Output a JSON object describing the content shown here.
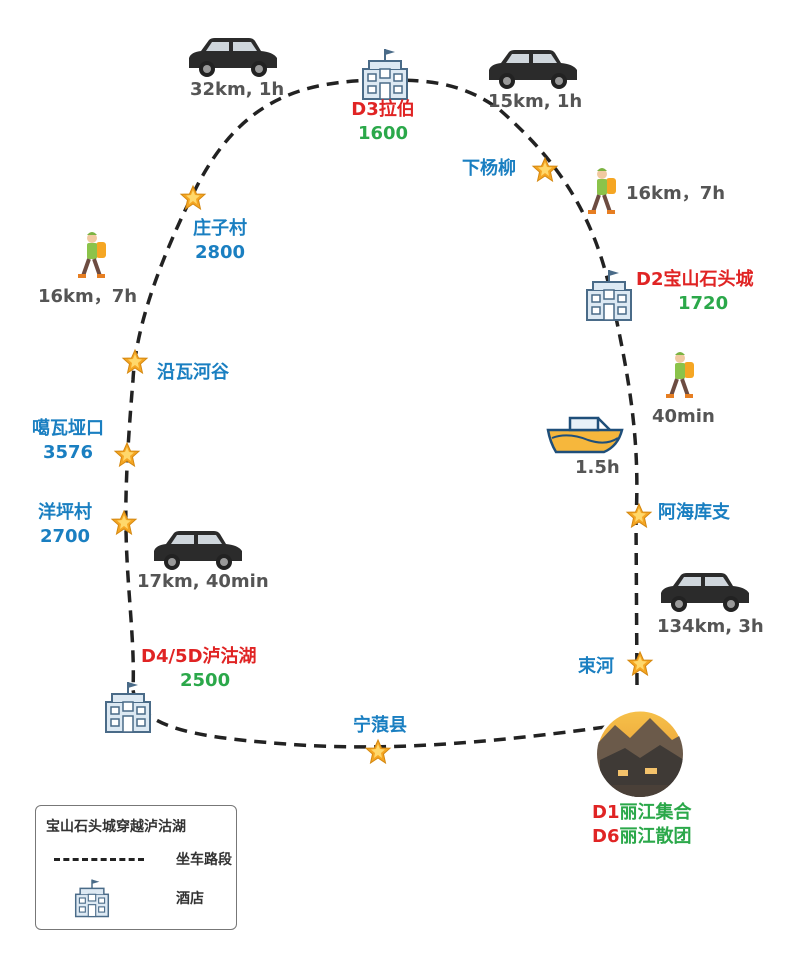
{
  "stops": {
    "d3": {
      "name": "D3拉伯",
      "alt": "1600"
    },
    "d2": {
      "name": "D2宝山石头城",
      "alt": "1720"
    },
    "d45": {
      "name": "D4/5D泸沽湖",
      "alt": "2500"
    },
    "xiayangliu": "下杨柳",
    "zhuangzicun": {
      "name": "庄子村",
      "alt": "2800"
    },
    "yanwahegu": "沿瓦河谷",
    "gawayakou": {
      "name": "噶瓦垭口",
      "alt": "3576"
    },
    "yangpingcun": {
      "name": "洋坪村",
      "alt": "2700"
    },
    "ninglang": "宁蒗县",
    "ahaikuzhi": "阿海库支",
    "shuhe": "束河",
    "d1": {
      "prefix": "D1",
      "name": "丽江集合"
    },
    "d6": {
      "prefix": "D6",
      "name": "丽江散团"
    }
  },
  "segments": {
    "car_top_left": "32km, 1h",
    "car_top_right": "15km, 1h",
    "hike_right_top": "16km，7h",
    "hike_left": "16km，7h",
    "hike_right_mid": "40min",
    "boat": "1.5h",
    "car_left_bottom": "17km, 40min",
    "car_right_bottom": "134km, 3h"
  },
  "legend": {
    "title": "宝山石头城穿越泸沽湖",
    "drive_label": "坐车路段",
    "hotel_label": "酒店"
  },
  "colors": {
    "place": "#1a7fc1",
    "overnight": "#e02424",
    "altitude": "#2ba84a",
    "segment": "#555555",
    "route": "#222222",
    "star": "#f5a623"
  },
  "icons": [
    "car-icon",
    "hotel-icon",
    "hiker-icon",
    "boat-icon",
    "star-icon",
    "town-photo"
  ]
}
